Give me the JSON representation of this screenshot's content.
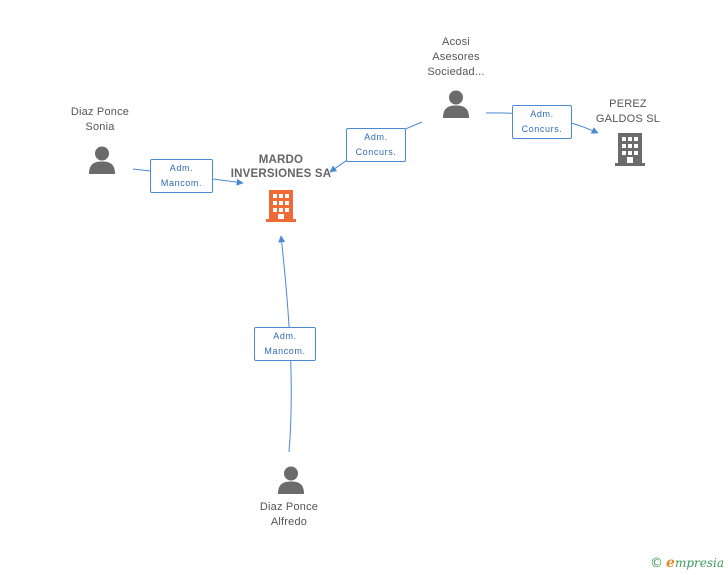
{
  "nodes": {
    "main": {
      "lines": [
        "MARDO",
        "INVERSIONES SA"
      ],
      "color": "#f06a35"
    },
    "perez": {
      "lines": [
        "PEREZ",
        "GALDOS SL"
      ],
      "color": "#6b6b6b"
    },
    "acosi": {
      "lines": [
        "Acosi",
        "Asesores",
        "Sociedad..."
      ],
      "color": "#6b6b6b"
    },
    "sonia": {
      "lines": [
        "Diaz Ponce",
        "Sonia"
      ],
      "color": "#6b6b6b"
    },
    "alfredo": {
      "lines": [
        "Diaz Ponce",
        "Alfredo"
      ],
      "color": "#6b6b6b"
    }
  },
  "edges": {
    "sonia_main": {
      "lines": [
        "Adm.",
        "Mancom."
      ]
    },
    "acosi_main": {
      "lines": [
        "Adm.",
        "Concurs."
      ]
    },
    "acosi_perez": {
      "lines": [
        "Adm.",
        "Concurs."
      ]
    },
    "alfredo_main": {
      "lines": [
        "Adm.",
        "Mancom."
      ]
    }
  },
  "colors": {
    "edge": "#4a8ad4",
    "edge_text": "#2f6bb5"
  },
  "footer": {
    "copyright": "©",
    "brand_initial": "e",
    "brand_rest": "mpresia"
  }
}
